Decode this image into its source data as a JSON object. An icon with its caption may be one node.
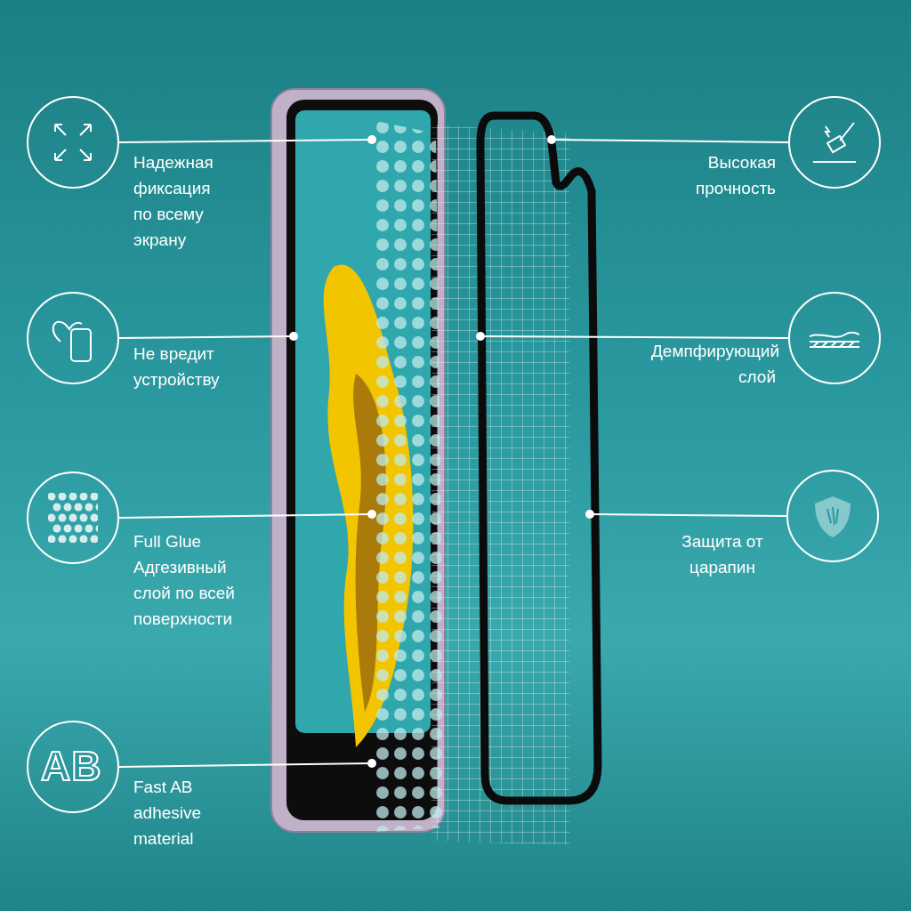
{
  "diagram": {
    "nodes": [
      {
        "text": [
          "Надежная фиксация по всему экрану"
        ]
      },
      {
        "text": [
          "Не вредит устройству"
        ]
      },
      {
        "text": [
          "Full Glue",
          "Адгезивный слой по всей поверхности"
        ]
      },
      {
        "text": [
          "AB",
          "Fast AB adhesive material"
        ]
      },
      {
        "text": [
          "Высокая прочность"
        ]
      },
      {
        "text": [
          "Демпфирующий слой"
        ]
      },
      {
        "text": [
          "Защита от царапин"
        ]
      }
    ],
    "edges": [
      {
        "from": 0,
        "to": null,
        "arrow": "other"
      },
      {
        "from": 1,
        "to": null,
        "arrow": "other"
      },
      {
        "from": 2,
        "to": null,
        "arrow": "other"
      },
      {
        "from": 3,
        "to": null,
        "arrow": "other"
      },
      {
        "from": 4,
        "to": null,
        "arrow": "other"
      },
      {
        "from": 5,
        "to": null,
        "arrow": "other"
      },
      {
        "from": 6,
        "to": null,
        "arrow": "other"
      }
    ]
  }
}
